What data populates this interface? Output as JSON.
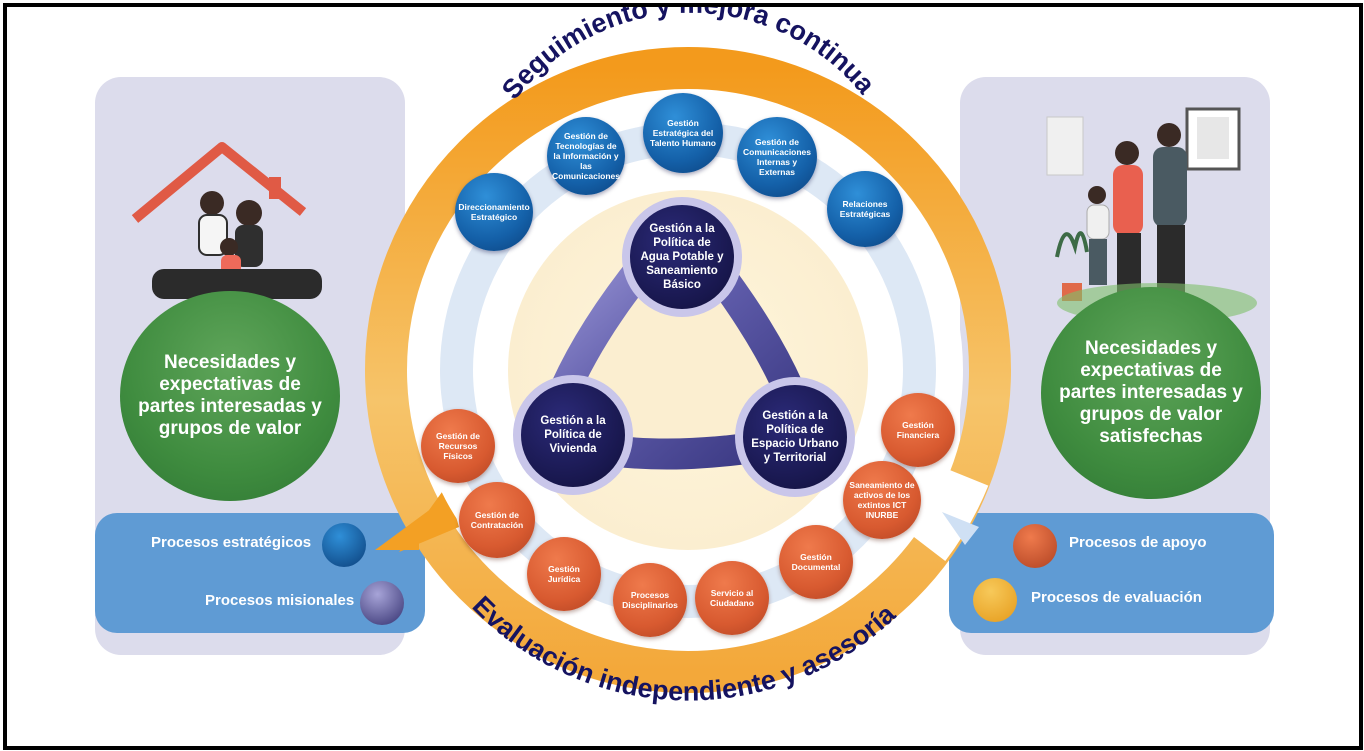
{
  "top_arc_title": "Seguimiento y mejora continua",
  "bottom_arc_title": "Evaluación independiente y asesoría",
  "left_need": "Necesidades y expectativas de partes interesadas y grupos de valor",
  "right_need": "Necesidades y expectativas de partes interesadas y grupos de valor satisfechas",
  "core": [
    "Gestión a la Política de Agua Potable y Saneamiento Básico",
    "Gestión a la Política de Vivienda",
    "Gestión a la Política de Espacio Urbano y Territorial"
  ],
  "strategic": [
    "Direccionamiento Estratégico",
    "Gestión de Tecnologías de la Información y las Comunicaciones",
    "Gestión Estratégica del Talento Humano",
    "Gestión de Comunicaciones Internas y Externas",
    "Relaciones Estratégicas"
  ],
  "support": [
    "Gestión de Recursos Físicos",
    "Gestión de Contratación",
    "Gestión Jurídica",
    "Procesos Disciplinarios",
    "Servicio al Ciudadano",
    "Gestión Documental",
    "Saneamiento de activos de los extintos ICT INURBE",
    "Gestión Financiera"
  ],
  "legend": {
    "estrategicos": "Procesos estratégicos",
    "misionales": "Procesos misionales",
    "apoyo": "Procesos de apoyo",
    "evaluacion": "Procesos de evaluación"
  },
  "colors": {
    "strategic": "#1460a8",
    "missional": "#18174d",
    "support": "#d85a30",
    "evaluation": "#f2b233",
    "arc": "#f29c1f",
    "green": "#3f8c3f",
    "panel": "#dcdcec",
    "band": "#5f9bd4"
  }
}
